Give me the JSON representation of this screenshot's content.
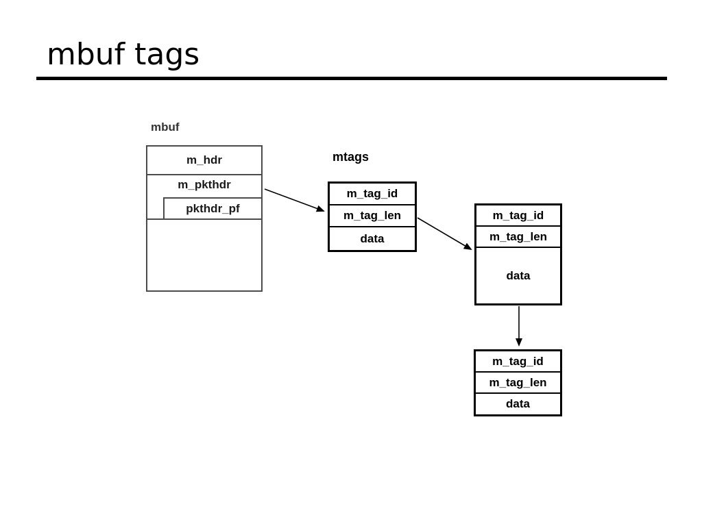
{
  "slide": {
    "title": "mbuf tags"
  },
  "diagram": {
    "mbuf": {
      "label": "mbuf",
      "rows": {
        "hdr": "m_hdr",
        "pkthdr": "m_pkthdr",
        "pkthdr_pf": "pkthdr_pf"
      }
    },
    "mtags": {
      "label": "mtags",
      "rows": [
        "m_tag_id",
        "m_tag_len",
        "data"
      ]
    },
    "tag2": {
      "rows": [
        "m_tag_id",
        "m_tag_len",
        "data"
      ]
    },
    "tag3": {
      "rows": [
        "m_tag_id",
        "m_tag_len",
        "data"
      ]
    }
  },
  "colors": {
    "rule": "#000000",
    "mbuf_border": "#4a4a4a",
    "tag_border": "#000000",
    "text": "#000000"
  }
}
